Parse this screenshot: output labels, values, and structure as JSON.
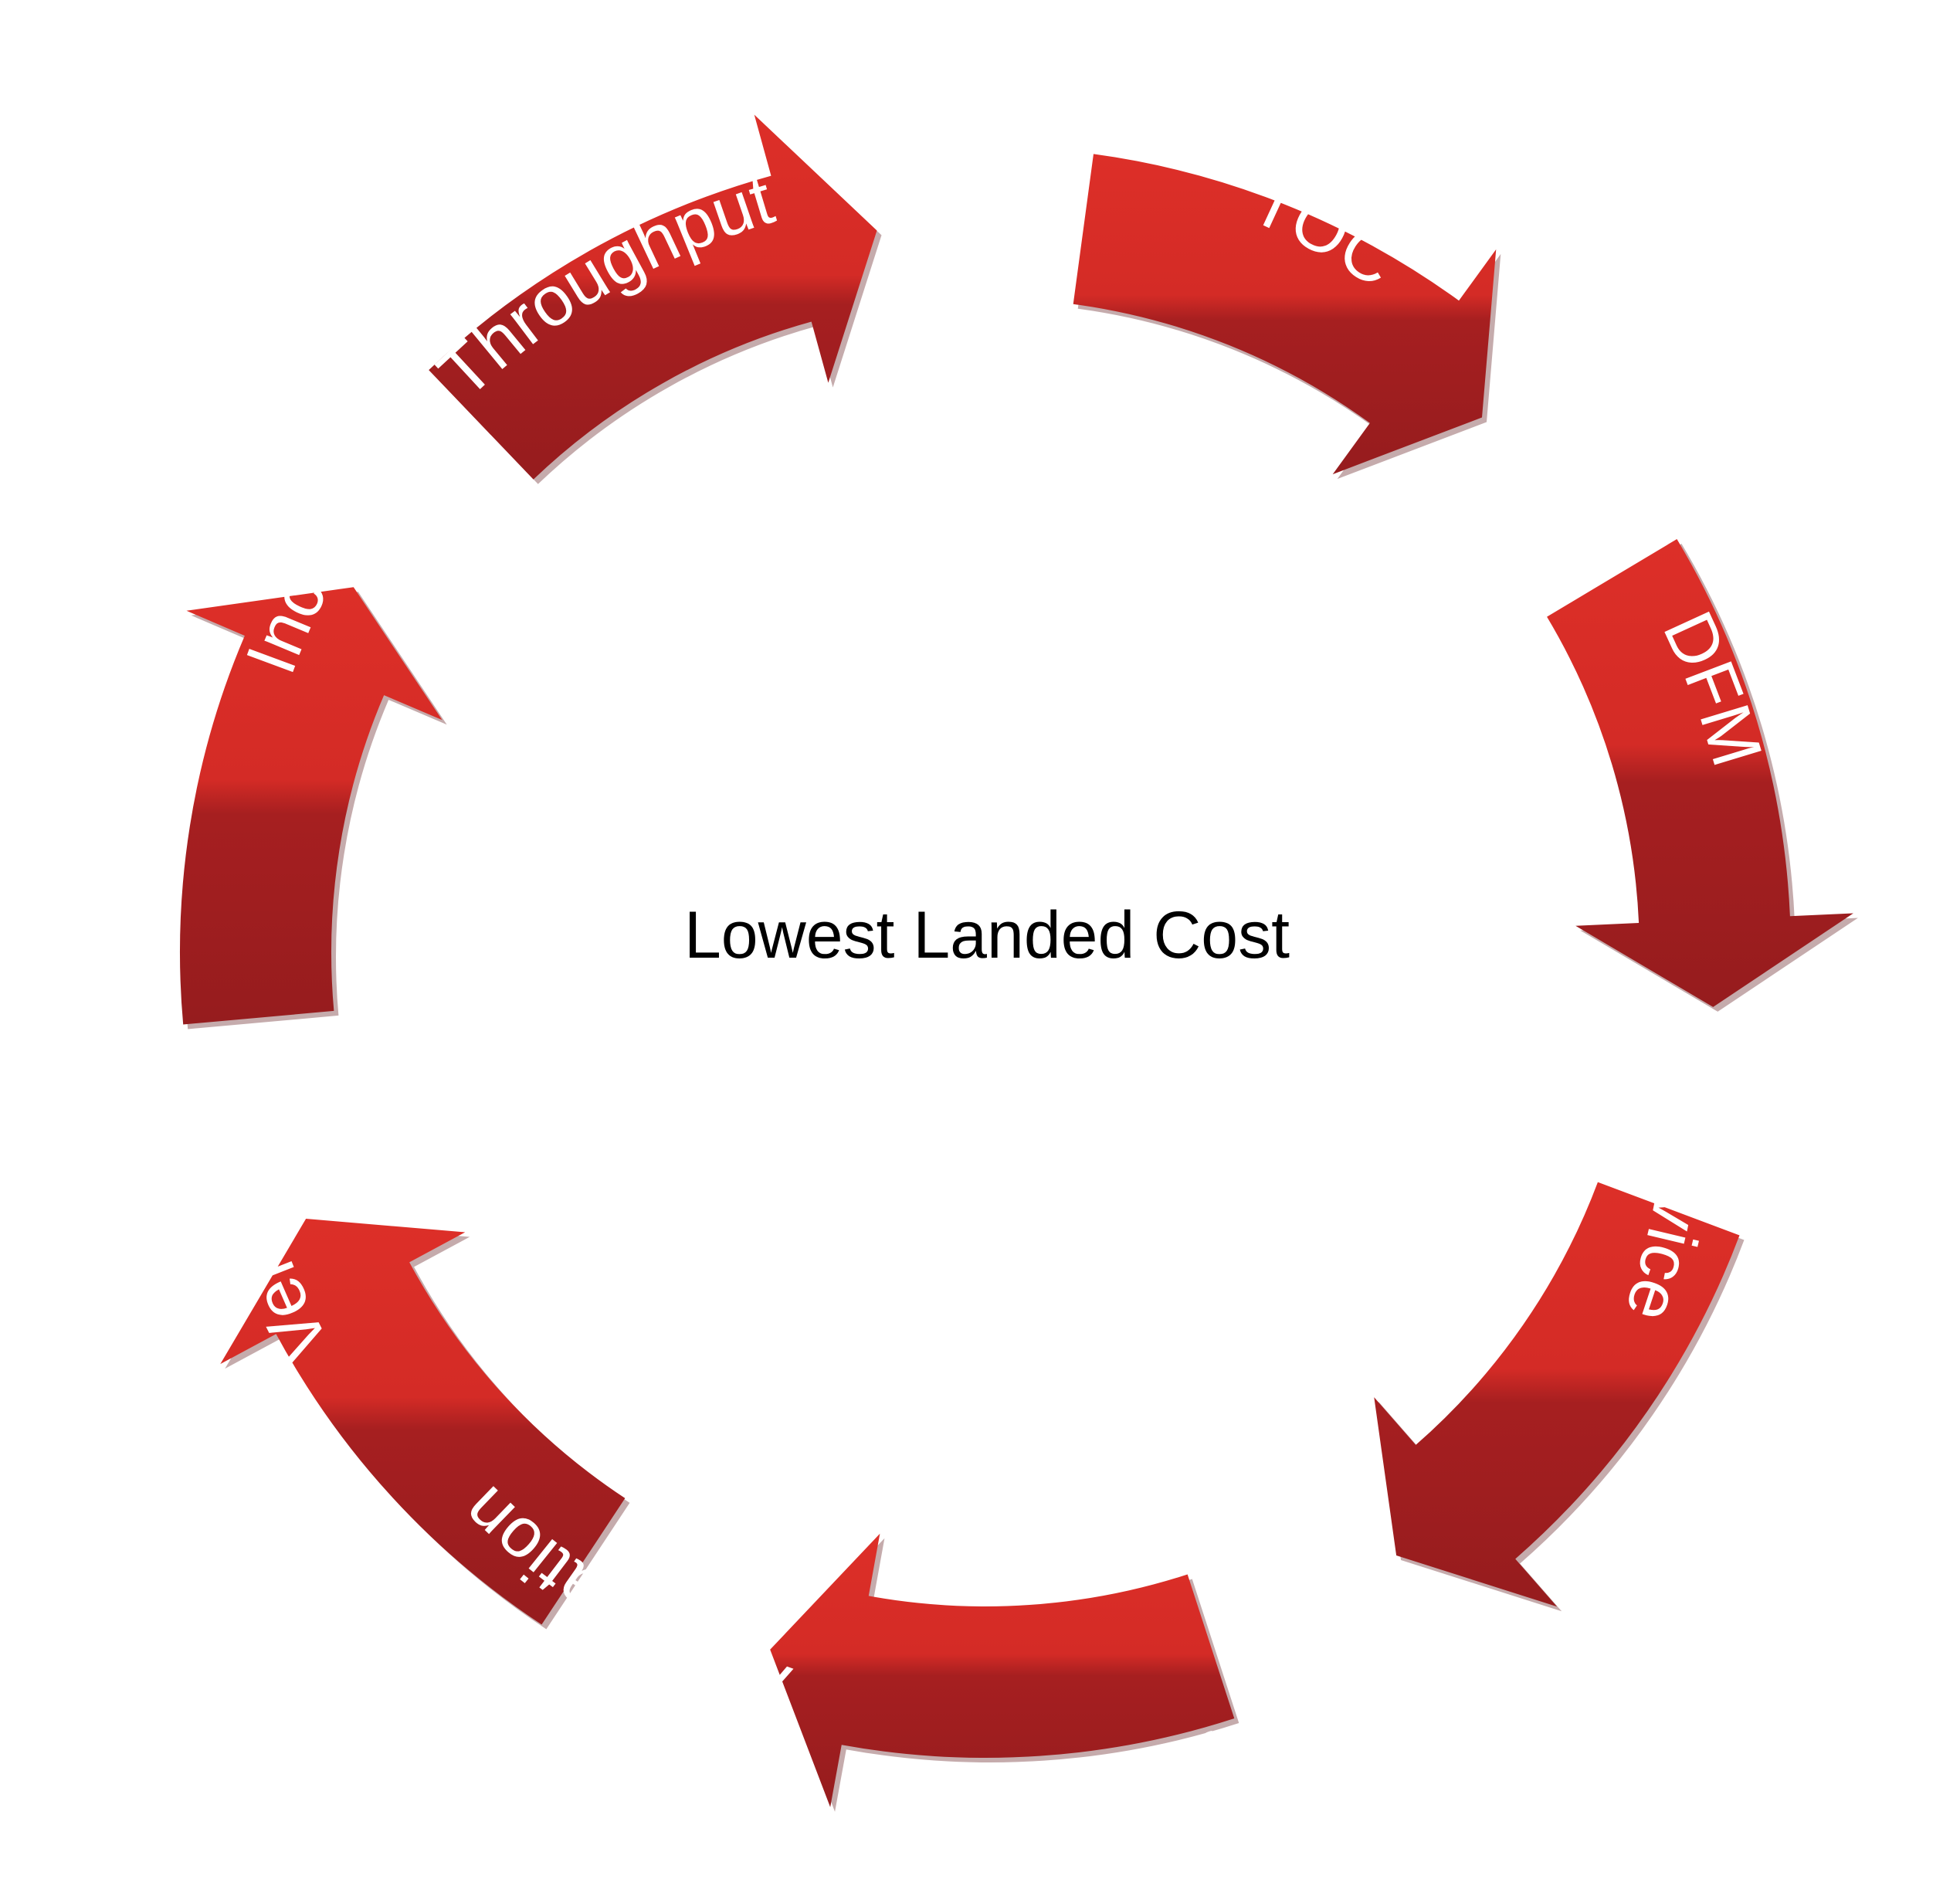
{
  "center_label": "Lowest Landed Cost",
  "segments": [
    {
      "label": "TOC"
    },
    {
      "label": "DFM"
    },
    {
      "label": "Service"
    },
    {
      "label": "Quality"
    },
    {
      "label": "Automation"
    },
    {
      "label": "Velocity"
    },
    {
      "label": "Increased Throughput"
    }
  ],
  "colors": {
    "ring_top": "#d92c27",
    "ring_bottom": "#9b1c1e",
    "label": "#ffffff",
    "center_text": "#000000"
  }
}
